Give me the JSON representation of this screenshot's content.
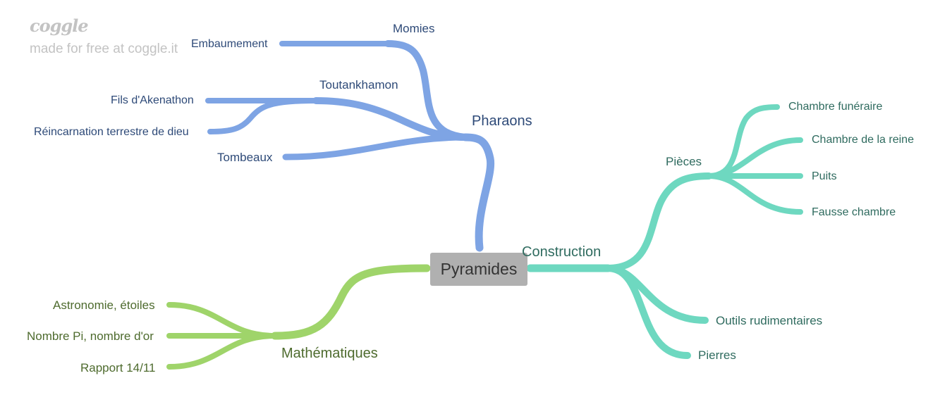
{
  "branding": {
    "logo": "coggle",
    "tagline": "made for free at coggle.it"
  },
  "colors": {
    "blue": "#7ea4e4",
    "green": "#9fd46a",
    "teal": "#6ed8c0",
    "center": "#b0b0b0"
  },
  "root": {
    "label": "Pyramides"
  },
  "pharaons": {
    "label": "Pharaons",
    "momies": {
      "label": "Momies",
      "children": [
        "Embaumement"
      ]
    },
    "toutankhamon": {
      "label": "Toutankhamon",
      "children": [
        "Fils d'Akenathon",
        "Réincarnation terrestre de dieu"
      ]
    },
    "tombeaux": {
      "label": "Tombeaux"
    }
  },
  "construction": {
    "label": "Construction",
    "pieces": {
      "label": "Pièces",
      "children": [
        "Chambre funéraire",
        "Chambre de la reine",
        "Puits",
        "Fausse chambre"
      ]
    },
    "outils": {
      "label": "Outils rudimentaires"
    },
    "pierres": {
      "label": "Pierres"
    }
  },
  "mathematiques": {
    "label": "Mathématiques",
    "children": [
      "Astronomie, étoiles",
      "Nombre Pi, nombre d'or",
      "Rapport 14/11"
    ]
  }
}
